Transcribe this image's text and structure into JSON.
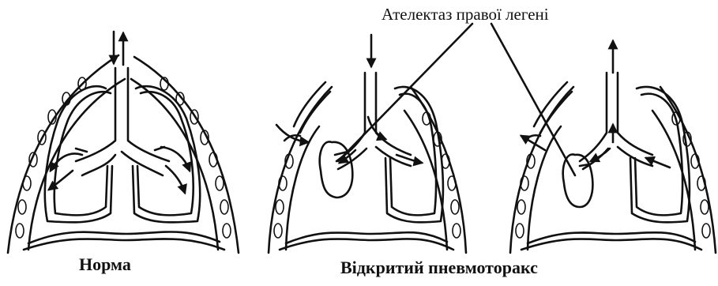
{
  "labels": {
    "atelectasis": "Ателектаз правої легені",
    "normal": "Норма",
    "open_pneumothorax": "Відкритий пневмоторакс"
  },
  "colors": {
    "ink": "#111111",
    "background": "#ffffff"
  },
  "panels": [
    "normal",
    "pneumothorax-inhale",
    "pneumothorax-exhale"
  ]
}
